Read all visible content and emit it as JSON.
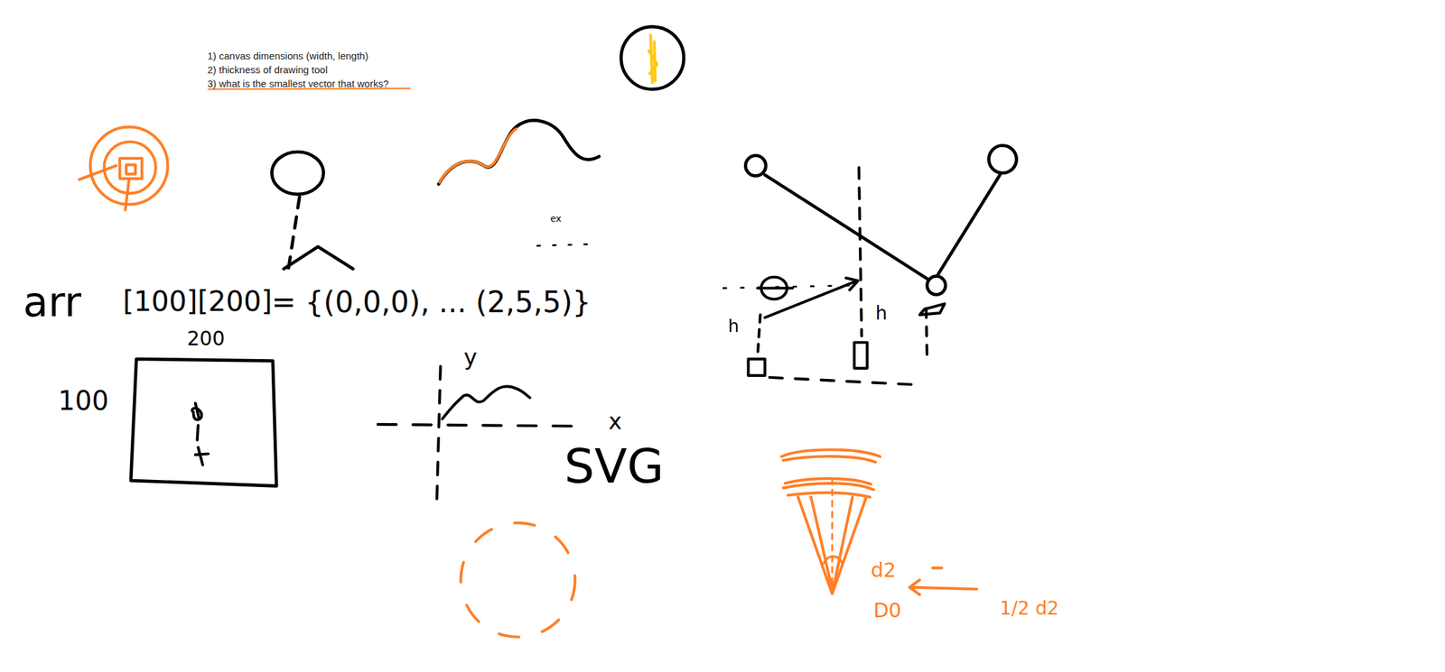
{
  "diagram": {
    "labels": [
      "1) canvas dimensions (width, length)",
      "2) thickness of drawing tool",
      "3) what is the smallest vector that works?",
      "arr",
      "[100][200]",
      "= {(0,0,0), ... (2,5,5)}",
      "200",
      "100",
      "ex",
      "y",
      "x",
      "SVG",
      "h",
      "h",
      "d2",
      "D0",
      "1/2 d2"
    ]
  }
}
